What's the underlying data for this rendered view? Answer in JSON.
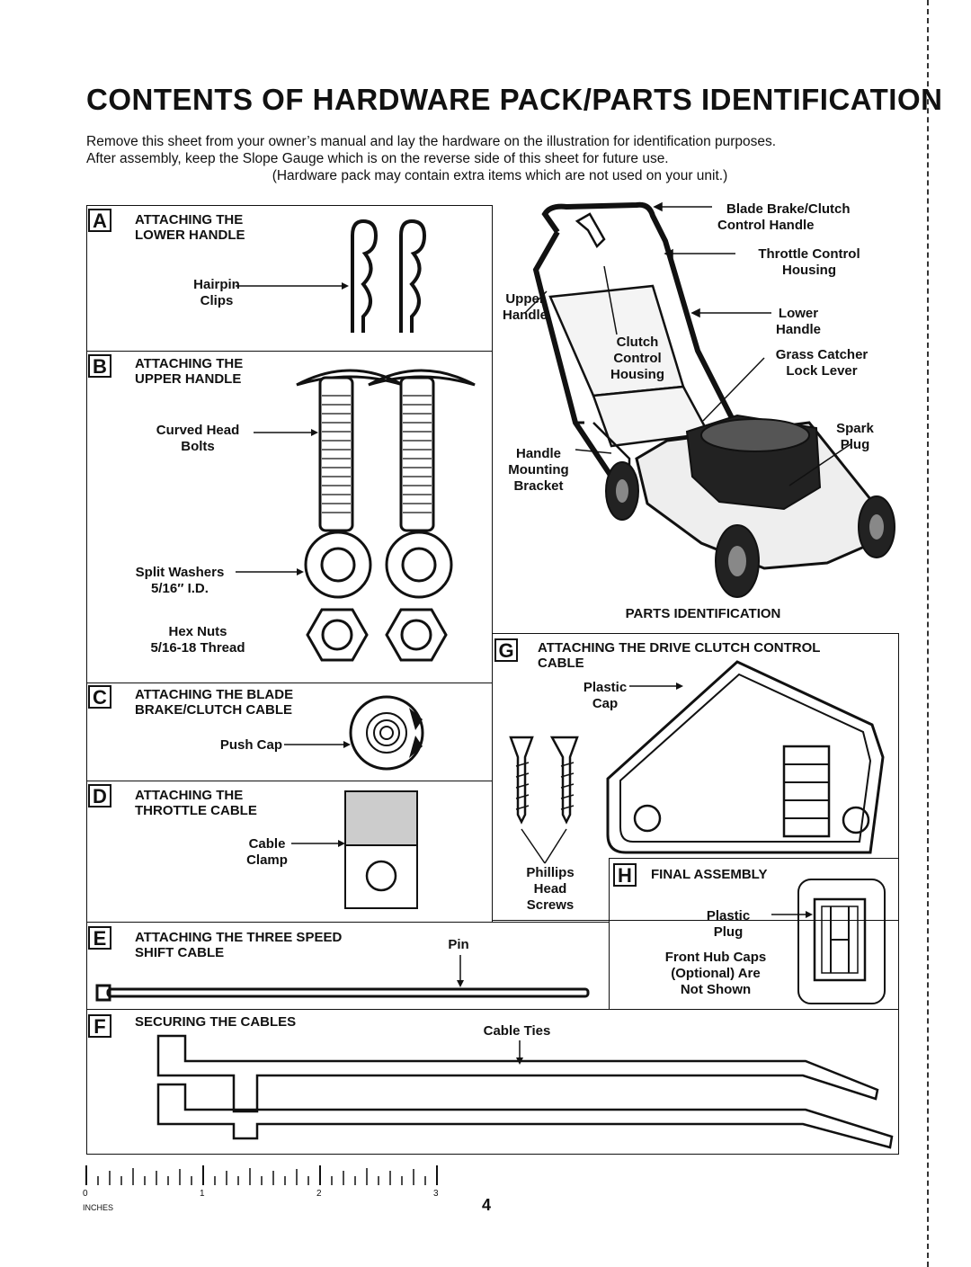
{
  "page": {
    "title": "CONTENTS OF HARDWARE PACK/PARTS IDENTIFICATION",
    "intro_line1": "Remove this sheet from your owner’s manual and lay the hardware on the illustration for identification purposes.",
    "intro_line2": "After assembly, keep the Slope Gauge which is on the reverse side of this sheet for future use.",
    "intro_line3": "(Hardware pack may contain extra items which are not used on your unit.)",
    "page_number": "4"
  },
  "sections": {
    "a": {
      "letter": "A",
      "heading1": "ATTACHING THE",
      "heading2": "LOWER HANDLE",
      "part1": "Hairpin",
      "part2": "Clips"
    },
    "b": {
      "letter": "B",
      "heading1": "ATTACHING THE",
      "heading2": "UPPER HANDLE",
      "bolts1": "Curved Head",
      "bolts2": "Bolts",
      "washers1": "Split Washers",
      "washers2": "5/16″ I.D.",
      "nuts1": "Hex Nuts",
      "nuts2": "5/16-18 Thread"
    },
    "c": {
      "letter": "C",
      "heading1": "ATTACHING THE BLADE",
      "heading2": "BRAKE/CLUTCH CABLE",
      "part": "Push Cap"
    },
    "d": {
      "letter": "D",
      "heading1": "ATTACHING THE",
      "heading2": "THROTTLE CABLE",
      "part1": "Cable",
      "part2": "Clamp"
    },
    "e": {
      "letter": "E",
      "heading1": "ATTACHING THE THREE SPEED",
      "heading2": "SHIFT CABLE",
      "part": "Pin"
    },
    "f": {
      "letter": "F",
      "heading": "SECURING THE CABLES",
      "part": "Cable Ties"
    },
    "g": {
      "letter": "G",
      "heading1": "ATTACHING THE DRIVE CLUTCH CONTROL",
      "heading2": "CABLE",
      "cap1": "Plastic",
      "cap2": "Cap",
      "screws1": "Phillips",
      "screws2": "Head",
      "screws3": "Screws"
    },
    "h": {
      "letter": "H",
      "heading": "FINAL ASSEMBLY",
      "plug1": "Plastic",
      "plug2": "Plug",
      "note1": "Front Hub Caps",
      "note2": "(Optional) Are",
      "note3": "Not Shown"
    }
  },
  "mower": {
    "parts_heading": "PARTS IDENTIFICATION",
    "blade_brake1": "Blade Brake/Clutch",
    "blade_brake2": "Control Handle",
    "throttle1": "Throttle Control",
    "throttle2": "Housing",
    "upper1": "Upper",
    "upper2": "Handle",
    "lower1": "Lower",
    "lower2": "Handle",
    "clutch1": "Clutch",
    "clutch2": "Control",
    "clutch3": "Housing",
    "grass1": "Grass Catcher",
    "grass2": "Lock Lever",
    "spark1": "Spark",
    "spark2": "Plug",
    "bracket1": "Handle",
    "bracket2": "Mounting",
    "bracket3": "Bracket"
  },
  "ruler": {
    "labels": [
      "0",
      "1",
      "2",
      "3"
    ],
    "unit": "INCHES"
  }
}
